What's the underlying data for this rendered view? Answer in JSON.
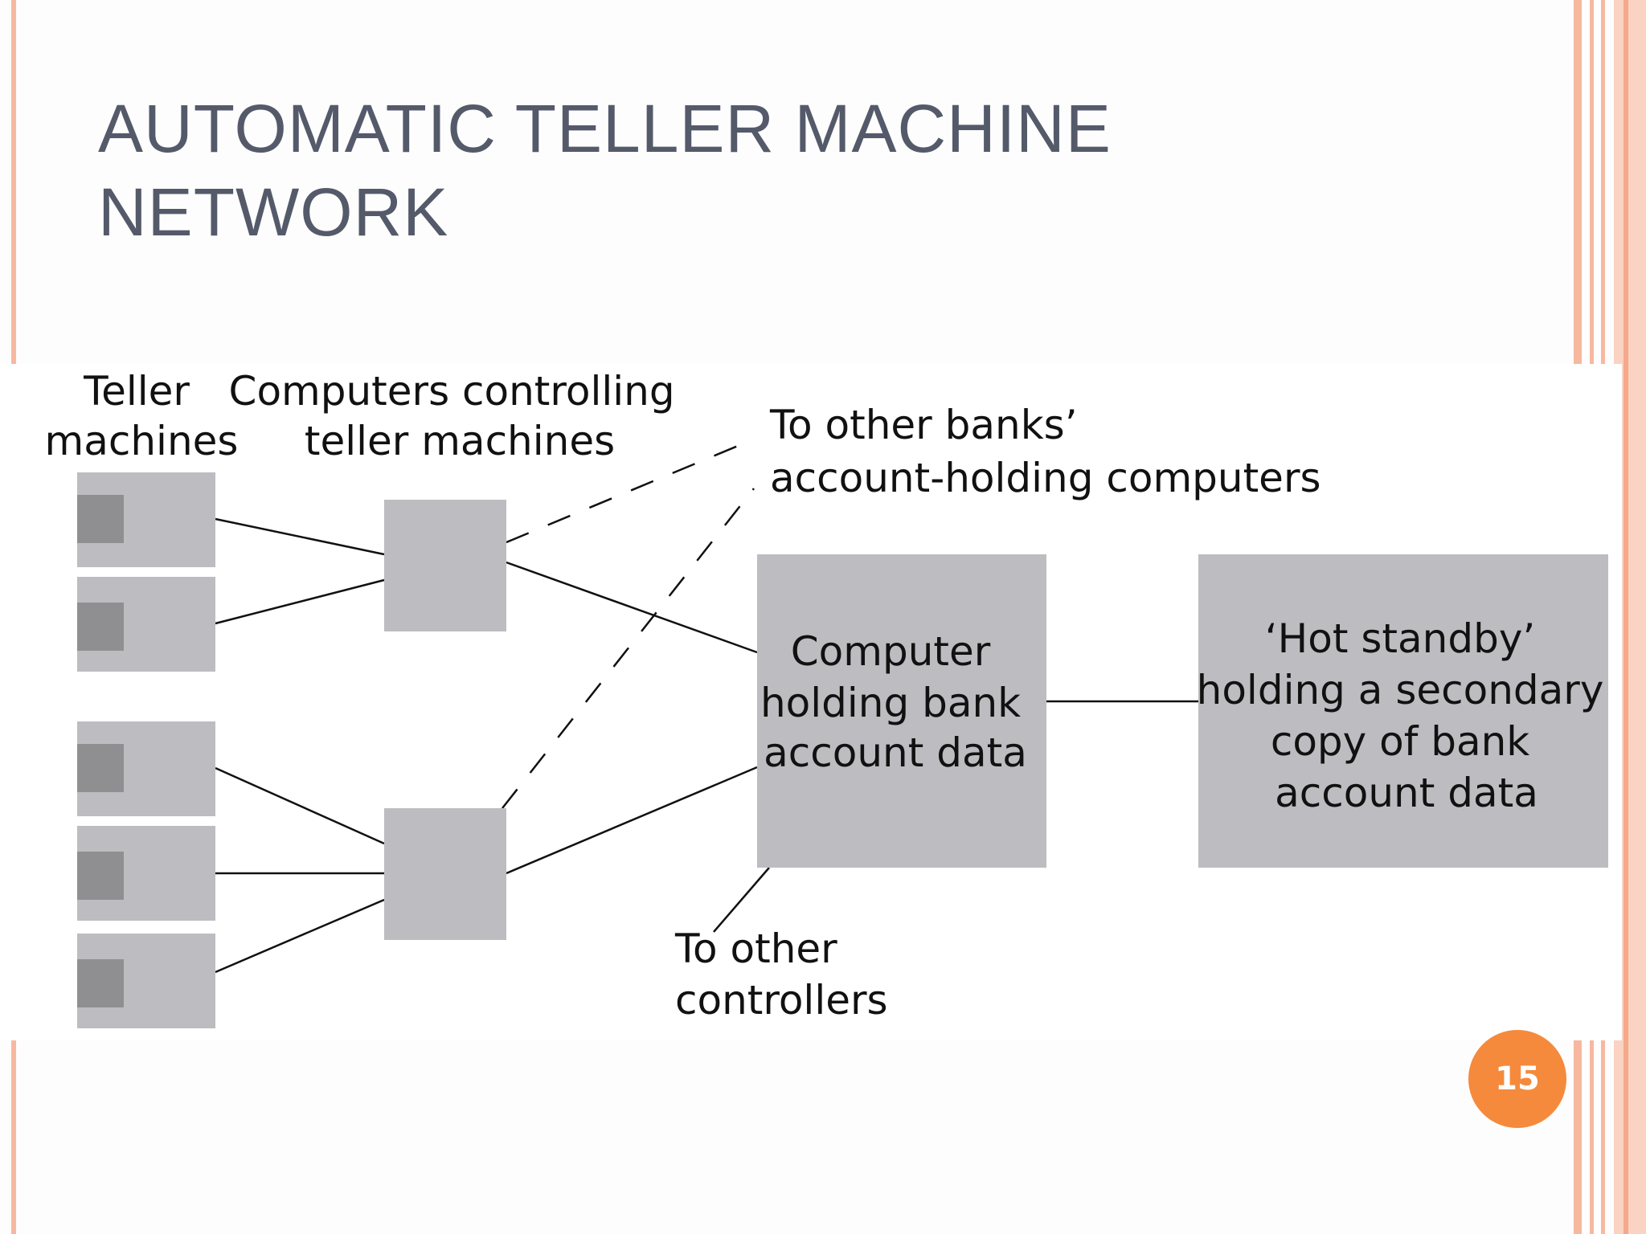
{
  "slide": {
    "title_lines": [
      "AUTOMATIC TELLER MACHINE",
      "NETWORK"
    ],
    "page_number": "15",
    "colors": {
      "title": "#545a6a",
      "accent_stripe": "#f7b8a0",
      "badge": "#f58a3c",
      "node_fill": "#bdbcc0",
      "screen_fill": "#8f8f91"
    }
  },
  "diagram": {
    "labels": {
      "teller_machines": [
        "Teller",
        "machines"
      ],
      "controllers": [
        "Computers controlling",
        "teller machines"
      ],
      "other_banks": [
        "To other banks’",
        "account-holding computers"
      ],
      "main_computer": [
        "Computer",
        "holding bank",
        "account data"
      ],
      "hot_standby": [
        "‘Hot standby’",
        "holding a secondary",
        "copy of bank",
        "account data"
      ],
      "other_controllers": [
        "To other",
        "controllers"
      ]
    },
    "nodes": [
      {
        "id": "atm-1",
        "type": "teller-machine"
      },
      {
        "id": "atm-2",
        "type": "teller-machine"
      },
      {
        "id": "atm-3",
        "type": "teller-machine"
      },
      {
        "id": "atm-4",
        "type": "teller-machine"
      },
      {
        "id": "atm-5",
        "type": "teller-machine"
      },
      {
        "id": "controller-1",
        "type": "controller"
      },
      {
        "id": "controller-2",
        "type": "controller"
      },
      {
        "id": "main-computer",
        "type": "account-computer"
      },
      {
        "id": "hot-standby",
        "type": "standby-computer"
      }
    ],
    "connections": [
      {
        "from": "atm-1",
        "to": "controller-1",
        "style": "solid"
      },
      {
        "from": "atm-2",
        "to": "controller-1",
        "style": "solid"
      },
      {
        "from": "atm-3",
        "to": "controller-2",
        "style": "solid"
      },
      {
        "from": "atm-4",
        "to": "controller-2",
        "style": "solid"
      },
      {
        "from": "atm-5",
        "to": "controller-2",
        "style": "solid"
      },
      {
        "from": "controller-1",
        "to": "main-computer",
        "style": "solid"
      },
      {
        "from": "controller-2",
        "to": "main-computer",
        "style": "solid"
      },
      {
        "from": "main-computer",
        "to": "hot-standby",
        "style": "solid"
      },
      {
        "from": "controller-1",
        "to": "other-banks",
        "style": "dashed"
      },
      {
        "from": "controller-2",
        "to": "other-banks",
        "style": "dashed"
      },
      {
        "from": "main-computer",
        "to": "other-controllers",
        "style": "solid"
      }
    ]
  }
}
